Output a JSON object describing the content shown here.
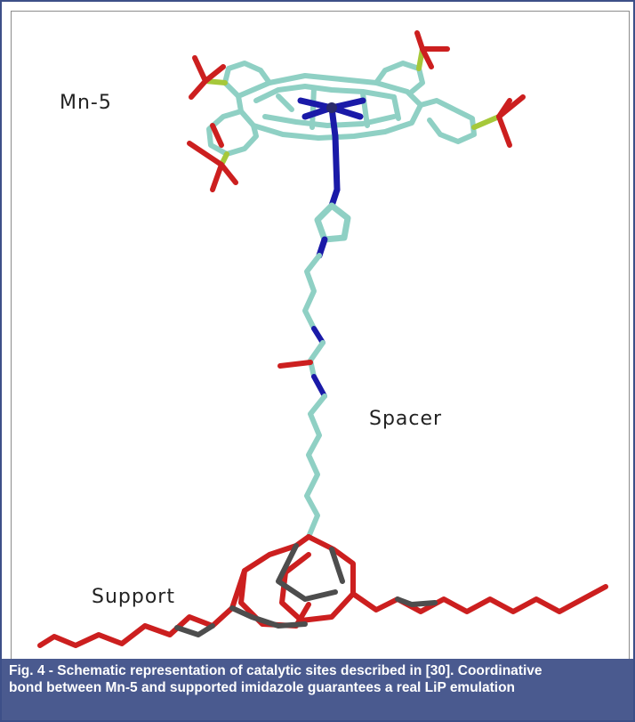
{
  "figure": {
    "labels": {
      "top": "Mn-5",
      "middle": "Spacer",
      "bottom": "Support"
    },
    "colors": {
      "carbon": "#8fd0c4",
      "nitrogen": "#1a1aa8",
      "oxygen": "#cc1f1f",
      "sulfur": "#a6c83a",
      "manganese": "#2a2a6a",
      "support_carbon": "#4d4d4d",
      "caption_bg": "#4a5a8f"
    }
  },
  "caption": {
    "line1": "Fig. 4 - Schematic representation of catalytic sites described in [30]. Coordinative",
    "line2_pre": "bond between Mn-",
    "line2_bold": "5",
    "line2_post": " and supported imidazole guarantees a real LiP emulation"
  }
}
